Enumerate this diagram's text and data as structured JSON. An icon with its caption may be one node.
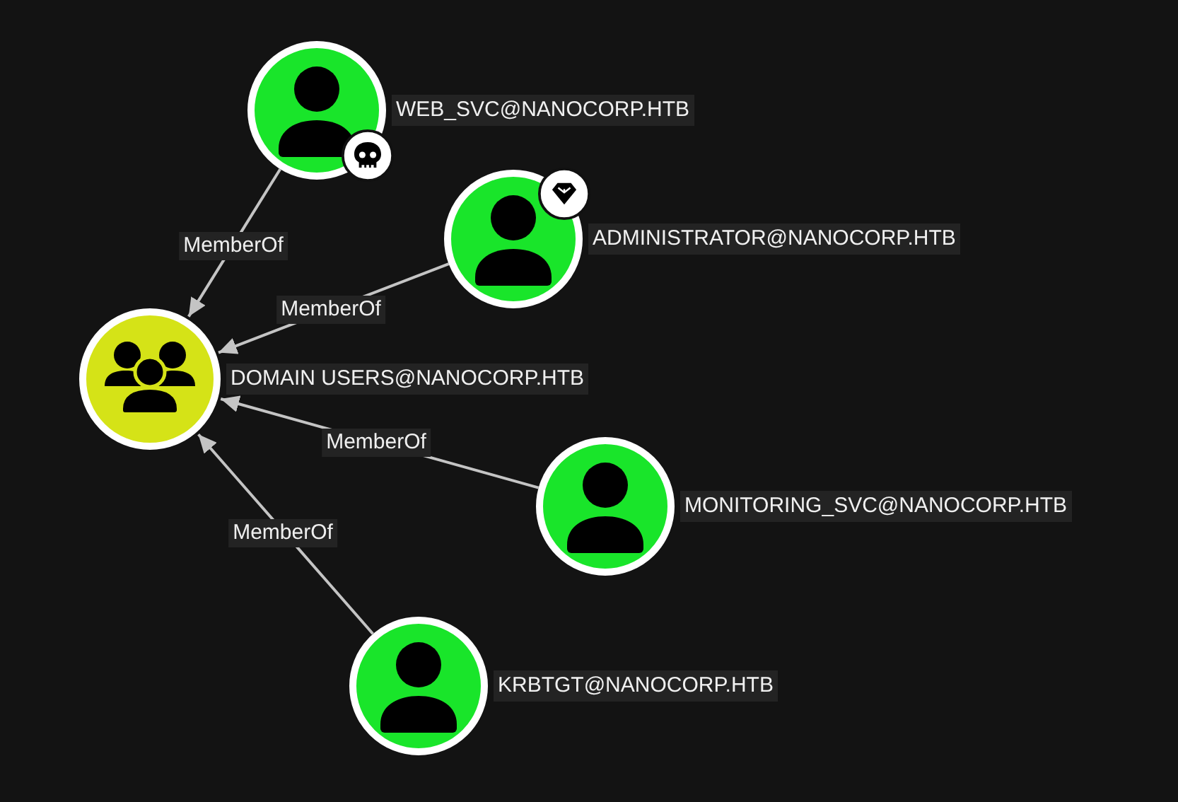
{
  "diagram": {
    "nodes": [
      {
        "text": [
          "WEB_SVC@NANOCORP.HTB"
        ]
      },
      {
        "text": [
          "ADMINISTRATOR@NANOCORP.HTB"
        ]
      },
      {
        "text": [
          "DOMAIN USERS@NANOCORP.HTB"
        ]
      },
      {
        "text": [
          "MONITORING_SVC@NANOCORP.HTB"
        ]
      },
      {
        "text": [
          "KRBTGT@NANOCORP.HTB"
        ]
      }
    ],
    "edges": [
      {
        "from": 0,
        "to": 2,
        "arrow": "to",
        "label": "MemberOf"
      },
      {
        "from": 1,
        "to": 2,
        "arrow": "to",
        "label": "MemberOf"
      },
      {
        "from": 3,
        "to": 2,
        "arrow": "to",
        "label": "MemberOf"
      },
      {
        "from": 4,
        "to": 2,
        "arrow": "to",
        "label": "MemberOf"
      }
    ]
  }
}
